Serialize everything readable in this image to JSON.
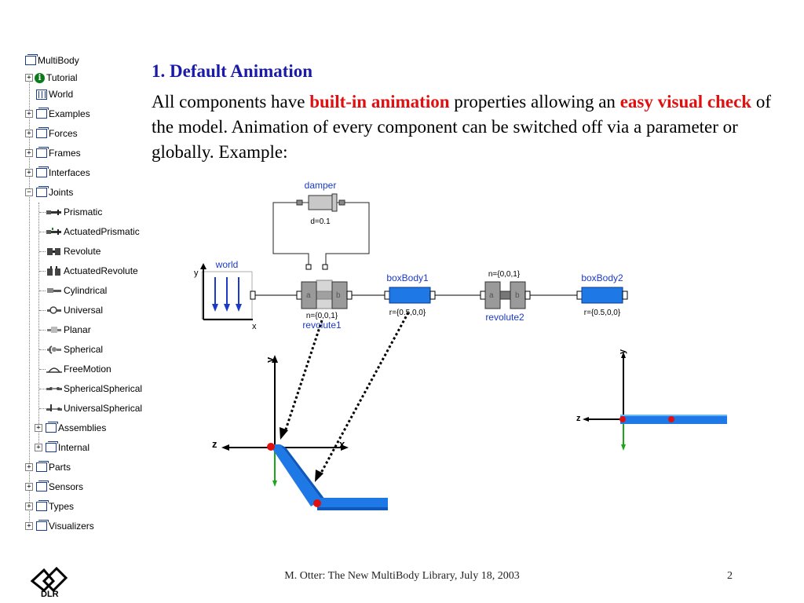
{
  "tree": {
    "root": "MultiBody",
    "items": [
      {
        "label": "Tutorial"
      },
      {
        "label": "World"
      },
      {
        "label": "Examples"
      },
      {
        "label": "Forces"
      },
      {
        "label": "Frames"
      },
      {
        "label": "Interfaces"
      },
      {
        "label": "Joints"
      },
      {
        "label": "Prismatic"
      },
      {
        "label": "ActuatedPrismatic"
      },
      {
        "label": "Revolute"
      },
      {
        "label": "ActuatedRevolute"
      },
      {
        "label": "Cylindrical"
      },
      {
        "label": "Universal"
      },
      {
        "label": "Planar"
      },
      {
        "label": "Spherical"
      },
      {
        "label": "FreeMotion"
      },
      {
        "label": "SphericalSpherical"
      },
      {
        "label": "UniversalSpherical"
      },
      {
        "label": "Assemblies"
      },
      {
        "label": "Internal"
      },
      {
        "label": "Parts"
      },
      {
        "label": "Sensors"
      },
      {
        "label": "Types"
      },
      {
        "label": "Visualizers"
      }
    ]
  },
  "content": {
    "heading": "1. Default Animation",
    "p1": "All components have ",
    "hl1": "built-in animation",
    "p2": " properties allowing an ",
    "hl2": "easy visual check",
    "p3": " of the model. Animation of every component can be switched off via a parameter or globally. Example:"
  },
  "diagram": {
    "damper_name": "damper",
    "damper_param": "d=0.1",
    "world_name": "world",
    "axis_y": "y",
    "axis_x": "x",
    "revolute1_param": "n={0,0,1}",
    "revolute1_name": "revolute1",
    "boxbody1_name": "boxBody1",
    "boxbody1_param": "r={0.5,0,0}",
    "revolute2_param": "n={0,0,1}",
    "revolute2_name": "revolute2",
    "boxbody2_name": "boxBody2",
    "boxbody2_param": "r={0.5,0,0}",
    "port_a": "a",
    "port_b": "b"
  },
  "anim": {
    "left_y": "y",
    "left_z": "z",
    "left_x": "x",
    "right_y": "y",
    "right_z": "z"
  },
  "colors": {
    "body_blue": "#1e78e6",
    "joint_red": "#e01010",
    "heading_blue": "#1a1aa8",
    "highlight_red": "#e01010",
    "axis_green": "#1aa81a"
  },
  "footer": {
    "text": "M. Otter: The New MultiBody Library, July 18, 2003",
    "page": "2",
    "logo_text": "DLR"
  }
}
